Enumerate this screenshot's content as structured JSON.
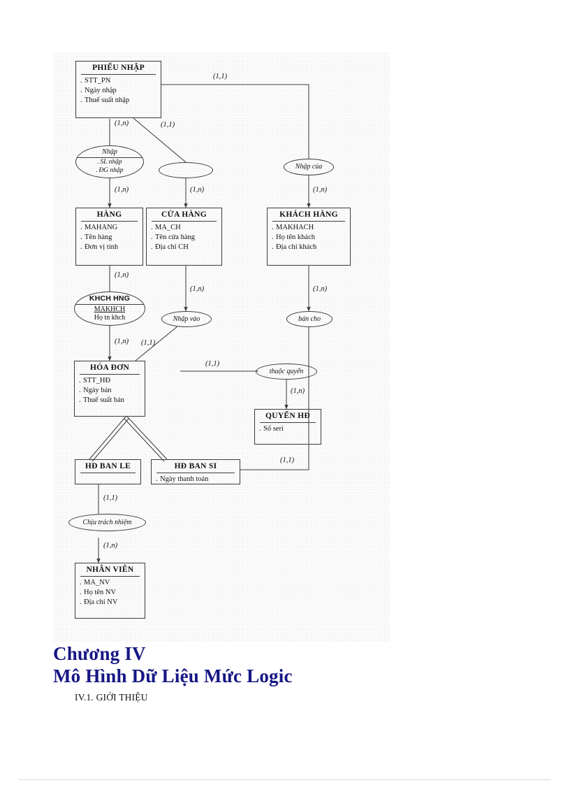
{
  "document": {
    "chapter_title": "Chương IV",
    "chapter_subtitle": "Mô Hình Dữ Liệu Mức Logic",
    "section_title": "IV.1.  GIỚI THIỆU",
    "heading_color": "#161685"
  },
  "diagram": {
    "type": "entity-relationship-diagram",
    "entities": [
      {
        "id": "phieu-nhap",
        "name": "PHIẾU NHẬP",
        "attributes": [
          {
            "label": "STT_PN",
            "key": true
          },
          {
            "label": "Ngày nhập",
            "key": false
          },
          {
            "label": "Thuế suất nhập",
            "key": false
          }
        ]
      },
      {
        "id": "hang",
        "name": "HÀNG",
        "attributes": [
          {
            "label": "MAHANG",
            "key": true
          },
          {
            "label": "Tên hàng",
            "key": false
          },
          {
            "label": "Đơn vị tính",
            "key": false
          }
        ]
      },
      {
        "id": "cua-hang",
        "name": "CỬA HÀNG",
        "attributes": [
          {
            "label": "MA_CH",
            "key": true
          },
          {
            "label": "Tên cửa hàng",
            "key": false
          },
          {
            "label": "Địa chỉ CH",
            "key": false
          }
        ]
      },
      {
        "id": "khach-hang",
        "name": "KHÁCH HÀNG",
        "attributes": [
          {
            "label": "MAKHACH",
            "key": true
          },
          {
            "label": "Họ tên khách",
            "key": false
          },
          {
            "label": "Địa chỉ khách",
            "key": false
          }
        ]
      },
      {
        "id": "hoa-don",
        "name": "HÓA ĐƠN",
        "attributes": [
          {
            "label": "STT_HĐ",
            "key": true
          },
          {
            "label": "Ngày bán",
            "key": false
          },
          {
            "label": "Thuế suất bán",
            "key": false
          }
        ]
      },
      {
        "id": "quyen-hd",
        "name": "QUYỂN HĐ",
        "attributes": [
          {
            "label": "Số seri",
            "key": false
          }
        ]
      },
      {
        "id": "hd-ban-le",
        "name": "HĐ BAN LE",
        "attributes": []
      },
      {
        "id": "hd-ban-si",
        "name": "HĐ BAN SI",
        "attributes": [
          {
            "label": "Ngày thanh toán",
            "key": false
          }
        ]
      },
      {
        "id": "nhan-vien",
        "name": "NHÂN VIÊN",
        "attributes": [
          {
            "label": "MA_NV",
            "key": true
          },
          {
            "label": "Họ tên NV",
            "key": false
          },
          {
            "label": "Địa chỉ NV",
            "key": false
          }
        ]
      }
    ],
    "relationships": [
      {
        "id": "nhap",
        "name": "Nhập",
        "attributes": [
          {
            "label": "SL nhập"
          },
          {
            "label": "ĐG nhập"
          }
        ]
      },
      {
        "id": "unnamed",
        "name": "",
        "attributes": []
      },
      {
        "id": "nhap-cua",
        "name": "Nhập của",
        "attributes": []
      },
      {
        "id": "khch-hng",
        "name": "KHCH HNG",
        "attributes": [
          {
            "label": "MAKHCH",
            "key": true
          },
          {
            "label": "Họ tn khch",
            "key": false
          }
        ]
      },
      {
        "id": "nhap-vao",
        "name": "Nhập vào",
        "attributes": []
      },
      {
        "id": "ban-cho",
        "name": "bán cho",
        "attributes": []
      },
      {
        "id": "thuoc-quyen",
        "name": "thuộc quyển",
        "attributes": []
      },
      {
        "id": "chiu-trach-nhiem",
        "name": "Chịu trách nhiệm",
        "attributes": []
      }
    ],
    "cardinalities": [
      {
        "id": "c-pn-right",
        "label": "(1,1)"
      },
      {
        "id": "c-pn-nhap",
        "label": "(1,n)"
      },
      {
        "id": "c-pn-unnamed",
        "label": "(1,1)"
      },
      {
        "id": "c-nhap-hang",
        "label": "(1,n)"
      },
      {
        "id": "c-unnamed-ch",
        "label": "(1,n)"
      },
      {
        "id": "c-nhapcua-kh",
        "label": "(1,n)"
      },
      {
        "id": "c-hang-khchhng",
        "label": "(1,n)"
      },
      {
        "id": "c-ch-nhapvao",
        "label": "(1,n)"
      },
      {
        "id": "c-kh-bancho",
        "label": "(1,n)"
      },
      {
        "id": "c-khchhng-hd",
        "label": "(1,n)"
      },
      {
        "id": "c-nhapvao-hd",
        "label": "(1,1)"
      },
      {
        "id": "c-hd-thuocquyen",
        "label": "(1,1)"
      },
      {
        "id": "c-thuocquyen-quyen",
        "label": "(1,n)"
      },
      {
        "id": "c-bancho-hdbansi",
        "label": "(1,1)"
      },
      {
        "id": "c-hdbanle-chiu",
        "label": "(1,1)"
      },
      {
        "id": "c-chiu-nv",
        "label": "(1,n)"
      }
    ]
  }
}
